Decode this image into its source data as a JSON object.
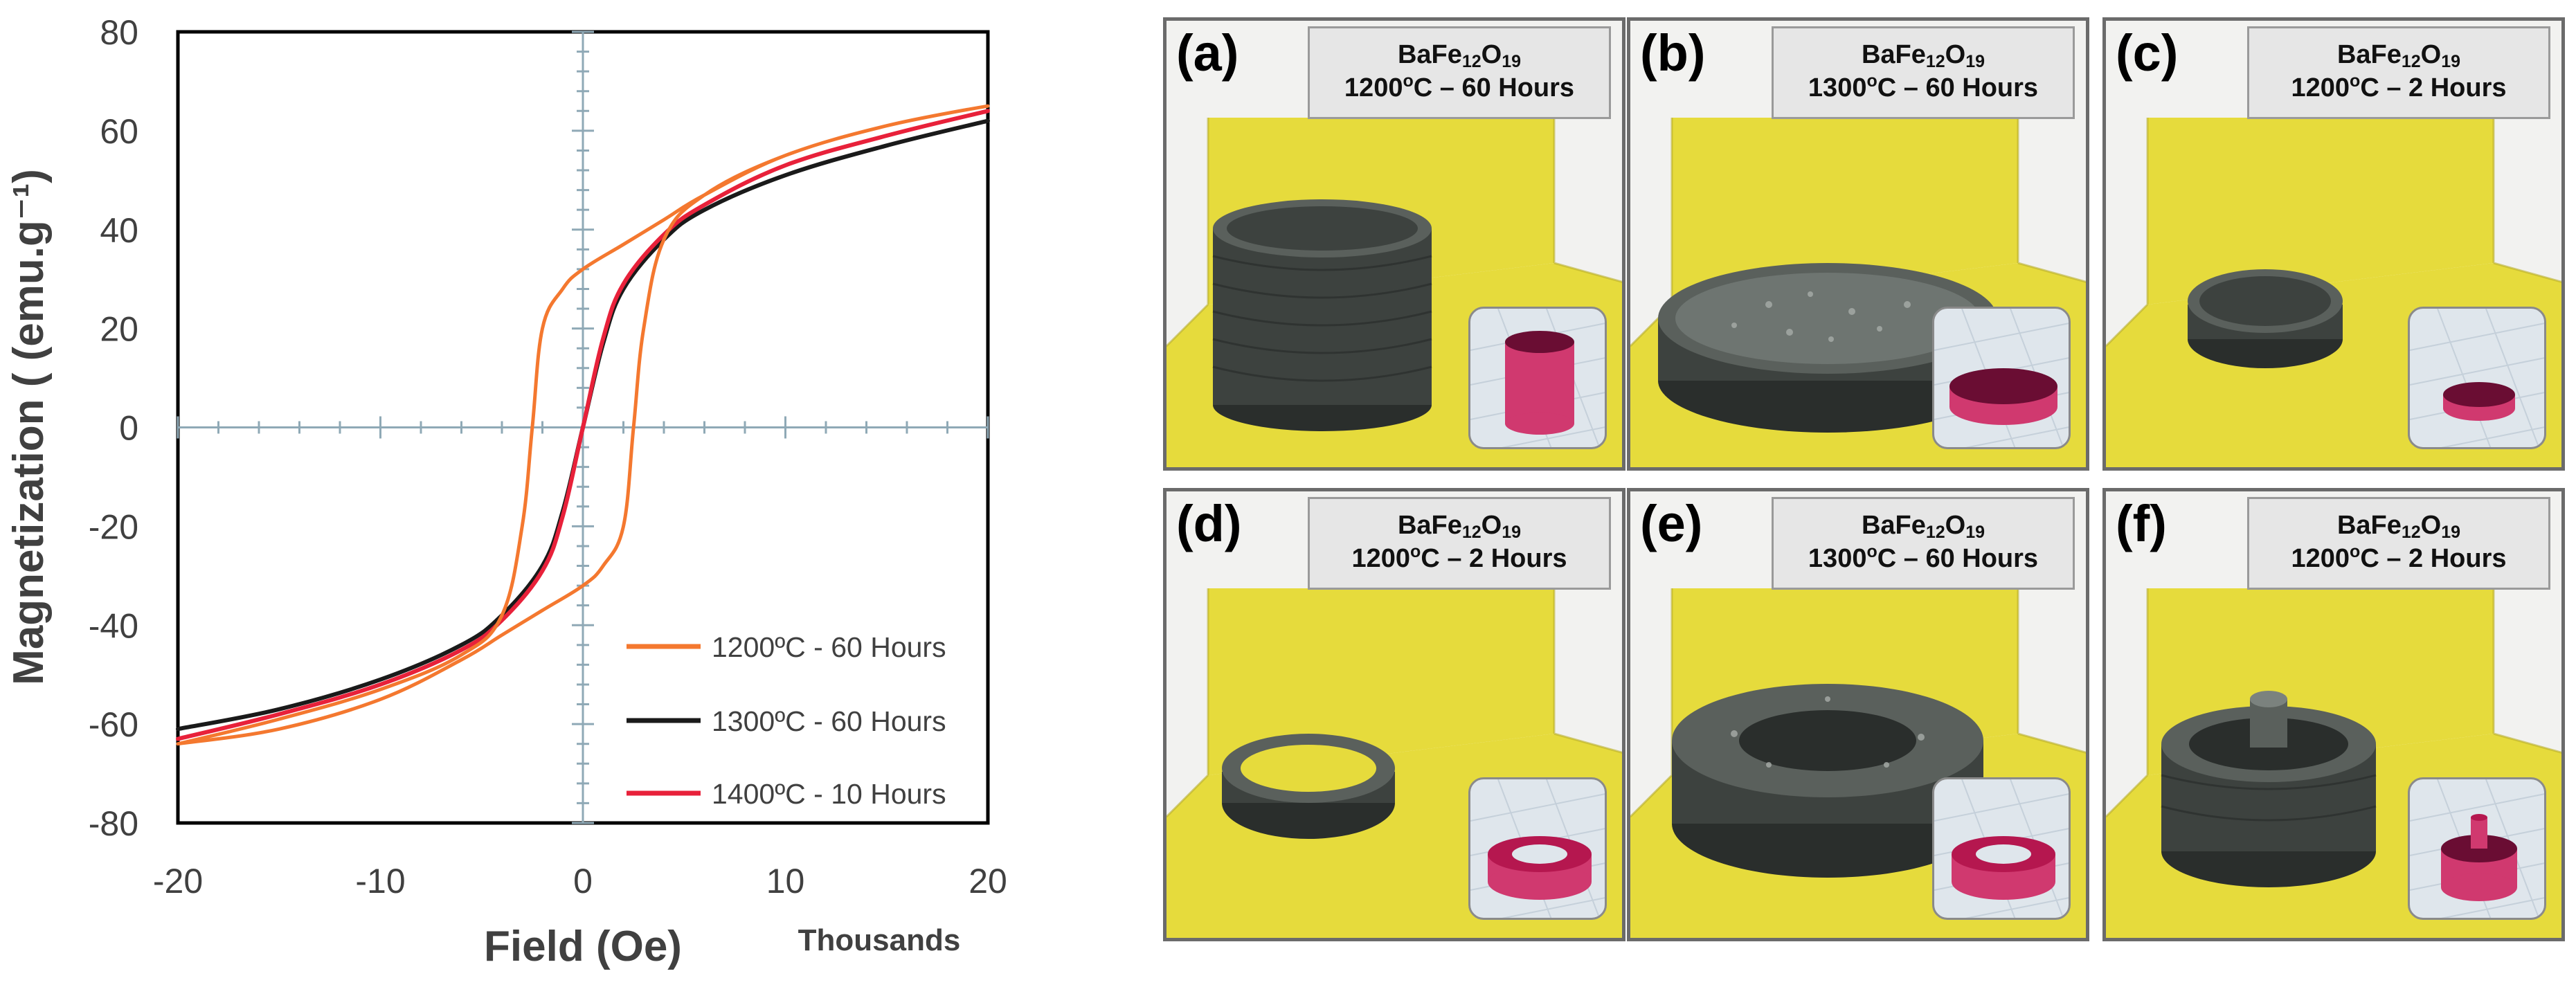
{
  "chart_data": {
    "type": "line",
    "title": "",
    "xlabel": "Field (Oe)",
    "x_unit_note": "Thousands",
    "ylabel": "Magnetization ( (emu.g⁻¹)",
    "xlim": [
      -20,
      20
    ],
    "ylim": [
      -80,
      80
    ],
    "x_ticks": [
      "-20",
      "-10",
      "0",
      "10",
      "20"
    ],
    "y_ticks": [
      "80",
      "60",
      "40",
      "20",
      "0",
      "-20",
      "-40",
      "-60",
      "-80"
    ],
    "legend_position": "bottom-right",
    "series": [
      {
        "name": "1200ºC - 60 Hours",
        "color": "#f4782f",
        "x": [
          -20,
          -15,
          -10,
          -6,
          -4,
          -3,
          -2.5,
          -2,
          -1,
          0,
          2,
          4,
          6,
          10,
          15,
          20,
          15,
          10,
          6,
          4,
          3,
          2.5,
          2,
          1,
          0,
          -2,
          -4,
          -6,
          -10,
          -15,
          -20
        ],
        "y": [
          -64,
          -59,
          -53,
          -46,
          -38,
          -20,
          0,
          20,
          28,
          32,
          37,
          42,
          47,
          55,
          61,
          65,
          61,
          55,
          47,
          38,
          20,
          0,
          -20,
          -28,
          -32,
          -37,
          -42,
          -47,
          -55,
          -61,
          -64
        ]
      },
      {
        "name": "1300ºC - 60 Hours",
        "color": "#1a1a1a",
        "x": [
          -20,
          -15,
          -10,
          -6,
          -4,
          -2,
          -1,
          0,
          1,
          2,
          4,
          6,
          10,
          15,
          20
        ],
        "y": [
          -61,
          -57,
          -51,
          -44,
          -38,
          -28,
          -17,
          0,
          17,
          28,
          38,
          44,
          51,
          57,
          62
        ]
      },
      {
        "name": "1400ºC - 10 Hours",
        "color": "#e8213a",
        "x": [
          -20,
          -15,
          -10,
          -6,
          -4,
          -2,
          -1,
          0,
          1,
          2,
          4,
          6,
          10,
          15,
          20
        ],
        "y": [
          -63,
          -58,
          -52,
          -45,
          -39,
          -29,
          -18,
          0,
          18,
          29,
          39,
          45,
          53,
          59,
          64
        ]
      }
    ]
  },
  "photos": [
    {
      "letter": "(a)",
      "formula_base": "BaFe",
      "formula_sub1": "12",
      "formula_mid": "O",
      "formula_sub2": "19",
      "temp": "1200",
      "temp_sup": "o",
      "rest": "C – 60 Hours",
      "shape": "tall-cylinder"
    },
    {
      "letter": "(b)",
      "formula_base": "BaFe",
      "formula_sub1": "12",
      "formula_mid": "O",
      "formula_sub2": "19",
      "temp": "1300",
      "temp_sup": "o",
      "rest": "C – 60 Hours",
      "shape": "flat-disc"
    },
    {
      "letter": "(c)",
      "formula_base": "BaFe",
      "formula_sub1": "12",
      "formula_mid": "O",
      "formula_sub2": "19",
      "temp": "1200",
      "temp_sup": "o",
      "rest": "C – 2 Hours",
      "shape": "small-disc"
    },
    {
      "letter": "(d)",
      "formula_base": "BaFe",
      "formula_sub1": "12",
      "formula_mid": "O",
      "formula_sub2": "19",
      "temp": "1200",
      "temp_sup": "o",
      "rest": "C – 2 Hours",
      "shape": "thin-ring"
    },
    {
      "letter": "(e)",
      "formula_base": "BaFe",
      "formula_sub1": "12",
      "formula_mid": "O",
      "formula_sub2": "19",
      "temp": "1300",
      "temp_sup": "o",
      "rest": "C – 60 Hours",
      "shape": "thick-ring"
    },
    {
      "letter": "(f)",
      "formula_base": "BaFe",
      "formula_sub1": "12",
      "formula_mid": "O",
      "formula_sub2": "19",
      "temp": "1200",
      "temp_sup": "o",
      "rest": "C – 2 Hours",
      "shape": "cup-with-post"
    }
  ],
  "colors": {
    "backdrop_yellow": "#e6db3c",
    "sample_gray": "#3d423f",
    "model_magenta": "#b5174f"
  }
}
